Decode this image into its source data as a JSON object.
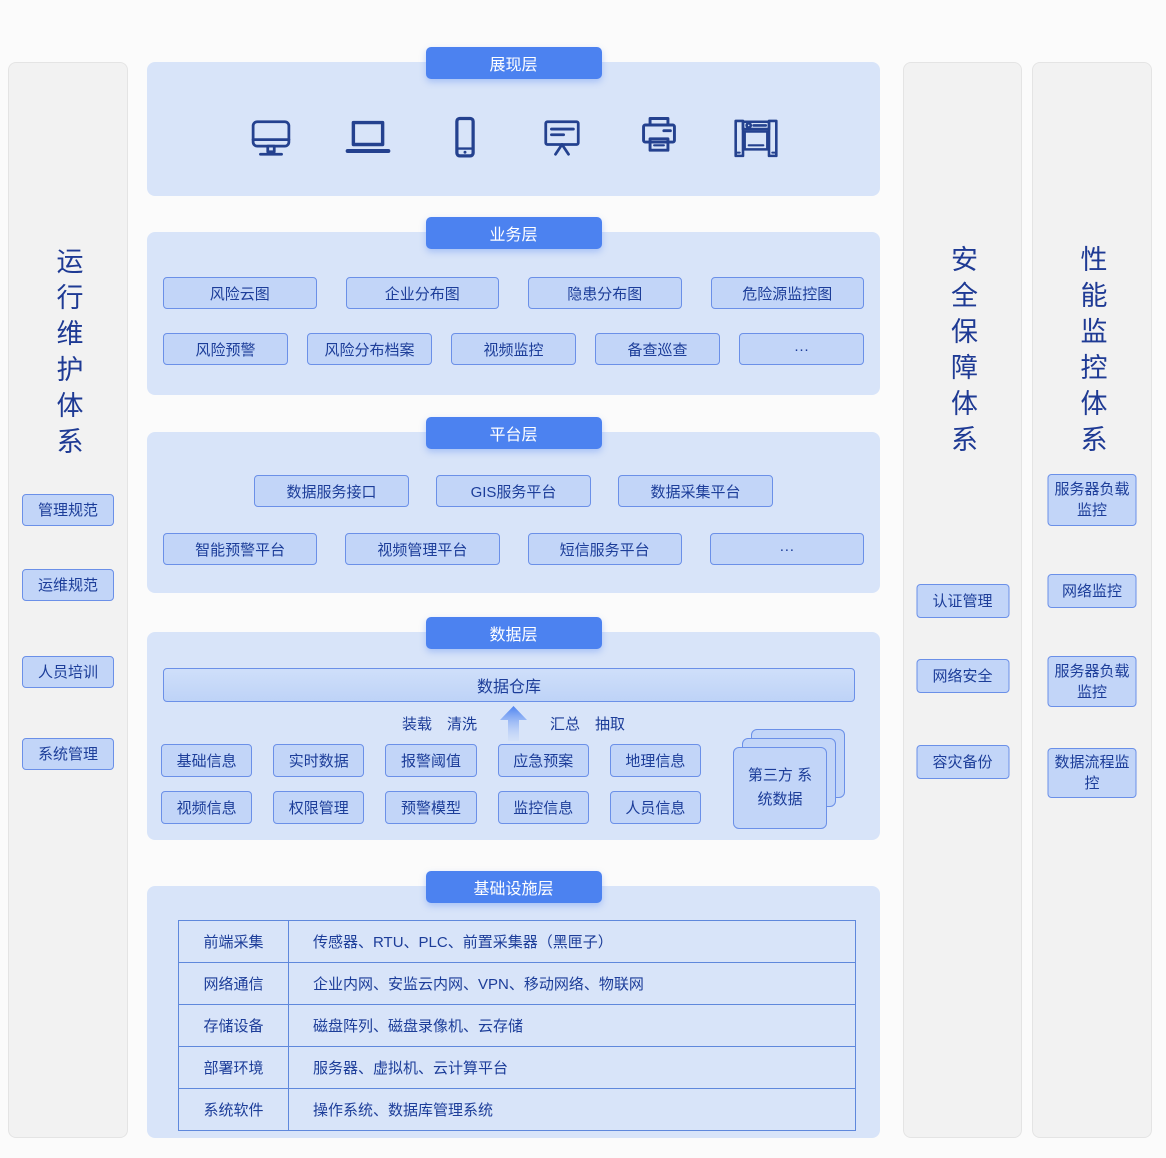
{
  "colors": {
    "tab_blue": "#4c82f0",
    "panel_blue": "#d8e4f9",
    "chip_fill": "#c2d5f8",
    "chip_border": "#6b90e8",
    "text_navy": "#1c3d99",
    "sidebar_gray": "#f2f2f2",
    "icon_navy": "#24418f"
  },
  "left_sidebar": {
    "title": "运行维护体系",
    "items": [
      "管理规范",
      "运维规范",
      "人员培训",
      "系统管理"
    ]
  },
  "layers": {
    "presentation": {
      "title": "展现层",
      "icons": [
        "desktop-monitor-icon",
        "laptop-icon",
        "smartphone-icon",
        "presentation-board-icon",
        "printer-icon",
        "display-wall-icon"
      ]
    },
    "business": {
      "title": "业务层",
      "row1": [
        "风险云图",
        "企业分布图",
        "隐患分布图",
        "危险源监控图"
      ],
      "row2": [
        "风险预警",
        "风险分布档案",
        "视频监控",
        "备查巡查",
        "···"
      ]
    },
    "platform": {
      "title": "平台层",
      "row1": [
        "数据服务接口",
        "GIS服务平台",
        "数据采集平台"
      ],
      "row2": [
        "智能预警平台",
        "视频管理平台",
        "短信服务平台",
        "···"
      ]
    },
    "data": {
      "title": "数据层",
      "warehouse": "数据仓库",
      "etl": [
        "装载",
        "清洗",
        "汇总",
        "抽取"
      ],
      "row1": [
        "基础信息",
        "实时数据",
        "报警阈值",
        "应急预案",
        "地理信息"
      ],
      "row2": [
        "视频信息",
        "权限管理",
        "预警模型",
        "监控信息",
        "人员信息"
      ],
      "third_party": "第三方 系统数据"
    },
    "infrastructure": {
      "title": "基础设施层",
      "rows": [
        {
          "label": "前端采集",
          "value": "传感器、RTU、PLC、前置采集器（黑匣子）"
        },
        {
          "label": "网络通信",
          "value": "企业内网、安监云内网、VPN、移动网络、物联网"
        },
        {
          "label": "存储设备",
          "value": "磁盘阵列、磁盘录像机、云存储"
        },
        {
          "label": "部署环境",
          "value": "服务器、虚拟机、云计算平台"
        },
        {
          "label": "系统软件",
          "value": "操作系统、数据库管理系统"
        }
      ]
    }
  },
  "security_sidebar": {
    "title": "安全保障体系",
    "items": [
      "认证管理",
      "网络安全",
      "容灾备份"
    ]
  },
  "performance_sidebar": {
    "title": "性能监控体系",
    "items": [
      "服务器负载监控",
      "网络监控",
      "服务器负载监控",
      "数据流程监控"
    ]
  }
}
